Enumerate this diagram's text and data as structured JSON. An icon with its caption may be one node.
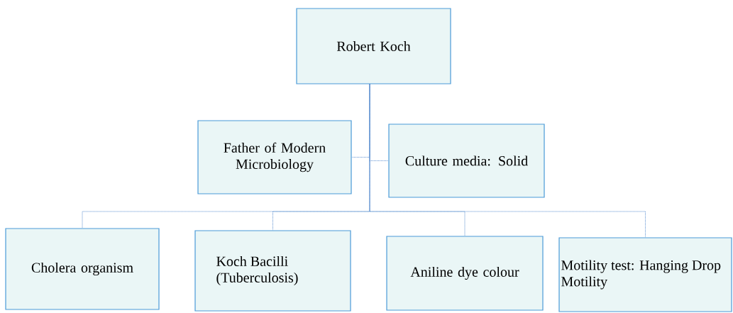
{
  "diagram": {
    "nodes": [
      {
        "text": [
          "Robert Koch"
        ]
      },
      {
        "text": [
          "Father of Modern Microbiology"
        ]
      },
      {
        "text": [
          "Culture media: Solid"
        ]
      },
      {
        "text": [
          "Cholera organism"
        ]
      },
      {
        "text": [
          "Koch Bacilli (Tuberculosis)"
        ]
      },
      {
        "text": [
          "Aniline dye colour"
        ]
      },
      {
        "text": [
          "Motility test: Hanging Drop Motility"
        ]
      }
    ],
    "edges": [
      {
        "from": 0,
        "to": 1,
        "arrow": "none",
        "style": "dashed"
      },
      {
        "from": 0,
        "to": 2,
        "arrow": "none",
        "style": "dashed"
      },
      {
        "from": 0,
        "to": 3,
        "arrow": "none",
        "style": "dashed"
      },
      {
        "from": 0,
        "to": 4,
        "arrow": "none",
        "style": "dashed"
      },
      {
        "from": 0,
        "to": 5,
        "arrow": "none",
        "style": "dashed"
      },
      {
        "from": 0,
        "to": 6,
        "arrow": "none",
        "style": "dashed"
      }
    ]
  }
}
